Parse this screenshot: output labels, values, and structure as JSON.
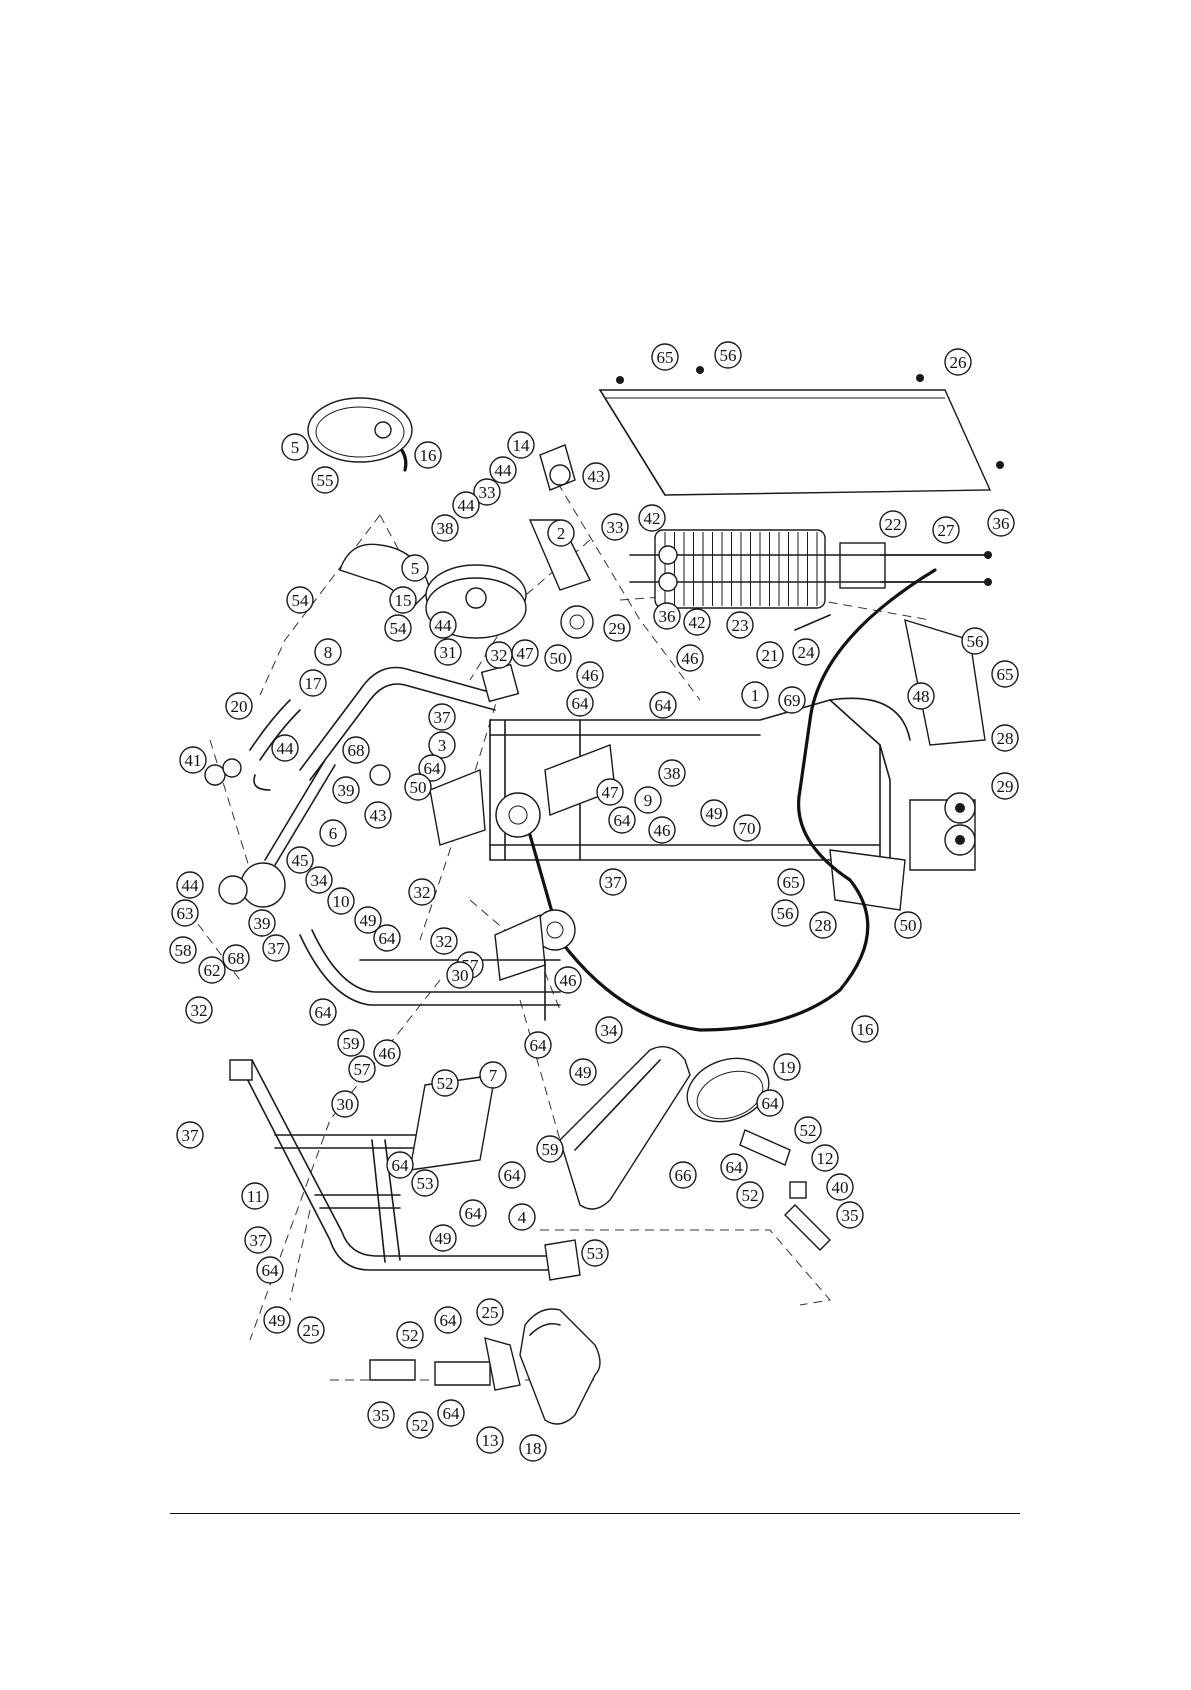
{
  "diagram": {
    "part_numbers": [
      "1",
      "2",
      "3",
      "4",
      "5",
      "6",
      "7",
      "8",
      "9",
      "10",
      "11",
      "12",
      "13",
      "14",
      "15",
      "16",
      "17",
      "18",
      "19",
      "20",
      "21",
      "22",
      "23",
      "24",
      "25",
      "26",
      "27",
      "28",
      "29",
      "30",
      "31",
      "32",
      "33",
      "34",
      "35",
      "36",
      "37",
      "38",
      "39",
      "40",
      "41",
      "42",
      "43",
      "44",
      "45",
      "46",
      "47",
      "48",
      "49",
      "50",
      "52",
      "53",
      "54",
      "55",
      "56",
      "57",
      "58",
      "59",
      "62",
      "63",
      "64",
      "65",
      "66",
      "68",
      "69",
      "70"
    ]
  }
}
